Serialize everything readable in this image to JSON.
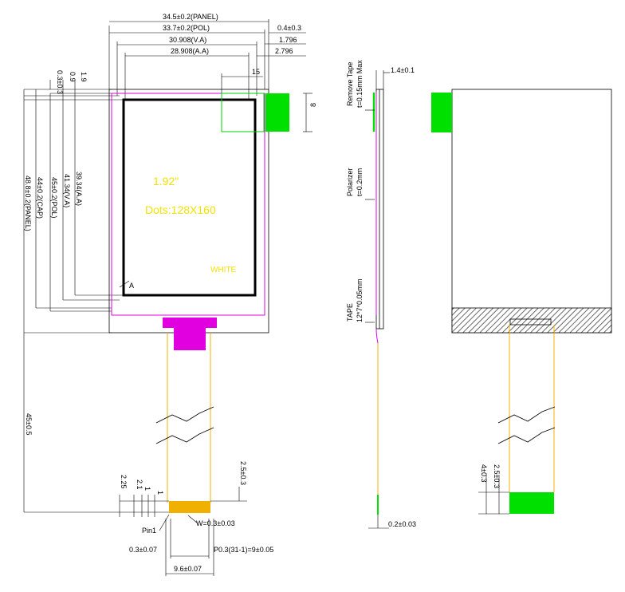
{
  "front_view": {
    "panel_width": "34.5±0.2(PANEL)",
    "pol_width": "33.7±0.2(POL)",
    "va_width": "30.908(V.A)",
    "aa_width": "28.908(A.A)",
    "offset_04": "0.4±0.3",
    "offset_1796": "1.796",
    "offset_2796": "2.796",
    "dim_15": "15",
    "dim_8": "8",
    "left_03": "0.3±0.3",
    "left_09": "0.9",
    "left_19": "1.9",
    "aa_height": "39.34(A.A)",
    "va_height": "41.34(V.A)",
    "pol_height": "45±0.2(POL)",
    "cap_height": "44±0.2(CAP)",
    "panel_height": "48.8±0.2(PANEL)",
    "fpc_length": "45±0.5",
    "size_label": "1.92\"",
    "dots_label": "Dots:128X160",
    "color_label": "WHITE",
    "corner_label": "A",
    "fpc_225": "2.25",
    "fpc_21": "2.1",
    "fpc_1a": "1",
    "fpc_1b": "1",
    "fpc_25": "2.5±0.3",
    "pin1": "Pin1",
    "pin_width": "W=0.3±0.03",
    "edge_gap": "0.3±0.07",
    "pitch": "P0.3(31-1)=9±0.05",
    "fpc_width": "9.6±0.07"
  },
  "side_view": {
    "thickness": "1.4±0.1",
    "remove_tape": "Remove Tape",
    "remove_tape_t": "t=0.15mm Max",
    "polarizer": "Polarizer",
    "polarizer_t": "t=0.2mm",
    "tape": "TAPE",
    "tape_size": "12*7*0.05mm",
    "fpc_thickness": "0.2±0.03"
  },
  "back_view": {
    "dim_4": "4±0.3",
    "dim_25": "2.5±0.3"
  },
  "colors": {
    "magenta": "#e000e0",
    "orange": "#f0b000",
    "green": "#00e000",
    "yellow_text": "#f2e200",
    "hatch": "#555555"
  }
}
